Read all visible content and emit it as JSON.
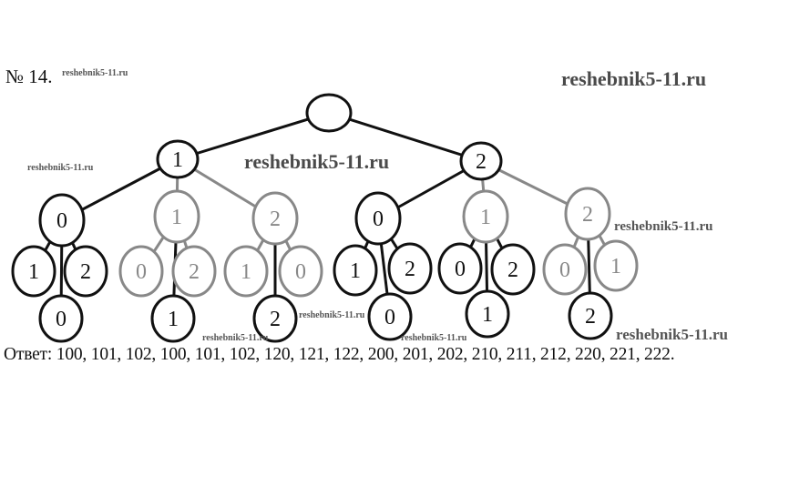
{
  "problem_number": "№ 14.",
  "watermarks": [
    "reshebnik5-11.ru",
    "reshebnik5-11.ru",
    "reshebnik5-11.ru",
    "reshebnik5-11.ru",
    "reshebnik5-11.ru",
    "reshebnik5-11.ru",
    "reshebnik5-11.ru",
    "reshebnik5-11.ru",
    "reshebnik5-11.ru"
  ],
  "tree": {
    "root": "",
    "level1": [
      "1",
      "2"
    ],
    "level2": [
      "0",
      "1",
      "2",
      "0",
      "1",
      "2"
    ],
    "level3": [
      "1",
      "2",
      "0",
      "2",
      "1",
      "0",
      "1",
      "2",
      "0",
      "2",
      "0",
      "1"
    ],
    "level4": [
      "0",
      "1",
      "2",
      "0",
      "1",
      "2"
    ]
  },
  "answer": "Ответ: 100, 101, 102, 100, 101, 102, 120, 121, 122, 200, 201, 202, 210, 211, 212, 220, 221, 222."
}
